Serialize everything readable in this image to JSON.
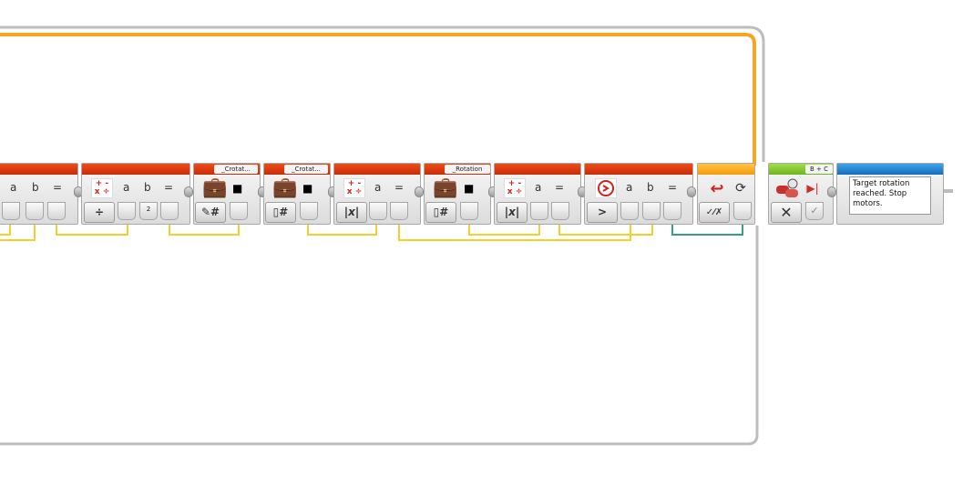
{
  "colors": {
    "math_header": "#d63b0d",
    "loop_header": "#f7a823",
    "motor_header": "#84c440",
    "comment_header": "#2787d7",
    "data_wire_number": "#f5cf2a",
    "data_wire_logic": "#36a080",
    "loop_frame": "#f6a623"
  },
  "blocks": {
    "math1": {
      "input_a": "a",
      "input_b": "b",
      "output": "=",
      "icon": "math-operations-icon"
    },
    "math2": {
      "input_a": "a",
      "input_b": "b",
      "output": "=",
      "mode_symbol": "÷",
      "value_b": "2",
      "icon": "math-operations-icon"
    },
    "var1": {
      "name": "_Crotat...",
      "mode": "write-number",
      "icon": "briefcase-icon"
    },
    "var2": {
      "name": "_Crotat...",
      "mode": "read-number",
      "icon": "briefcase-icon"
    },
    "math3": {
      "input_a": "a",
      "output": "=",
      "mode_symbol": "|x|",
      "icon": "math-operations-icon"
    },
    "var3": {
      "name": "_Rotation",
      "mode": "read-number",
      "icon": "briefcase-icon"
    },
    "math4": {
      "input_a": "a",
      "output": "=",
      "mode_symbol": "|x|",
      "icon": "math-operations-icon"
    },
    "compare": {
      "input_a": "a",
      "input_b": "b",
      "output": "=",
      "mode_symbol": ">",
      "icon": "compare-icon"
    },
    "loop_interrupt": {
      "icon": "loop-interrupt-icon",
      "mode_symbol": "✓⁄✗"
    },
    "move_tank": {
      "ports": "B + C",
      "mode_symbol": "✕",
      "icon": "move-motors-icon"
    },
    "comment": {
      "text": "Target rotation reached. Stop motors."
    }
  }
}
